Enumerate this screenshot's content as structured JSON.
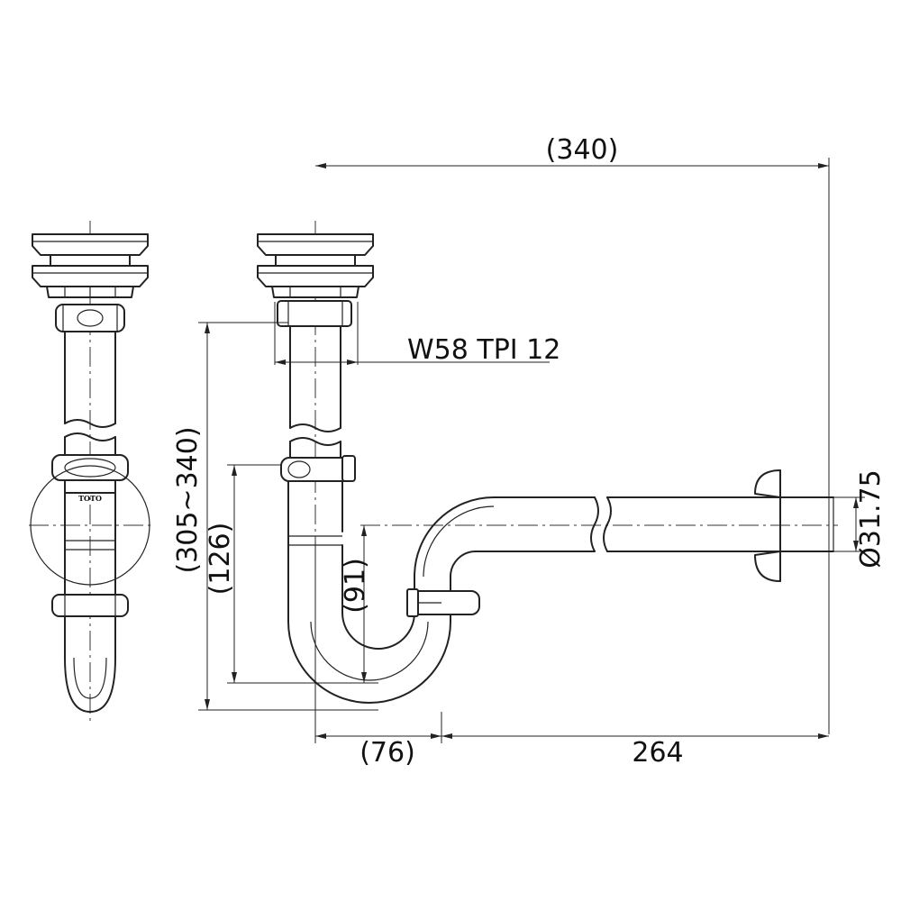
{
  "drawing": {
    "dimensions": {
      "overall_width": "(340)",
      "thread_spec": "W58 TPI 12",
      "drain_height_range": "(305~340)",
      "trap_height": "(126)",
      "trap_depth": "(91)",
      "trap_offset": "(76)",
      "wall_projection": "264",
      "pipe_diameter": "Ø31.75"
    },
    "brand_mark": "TOTO"
  }
}
